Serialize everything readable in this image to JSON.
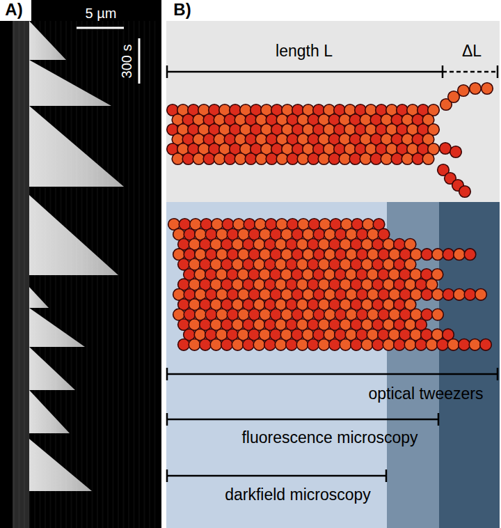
{
  "diagram": {
    "labels": [
      "A)",
      "B)",
      "5 µm",
      "300 s",
      "length L",
      "ΔL",
      "optical tweezers",
      "fluorescence microscopy",
      "darkfield microscopy"
    ]
  }
}
